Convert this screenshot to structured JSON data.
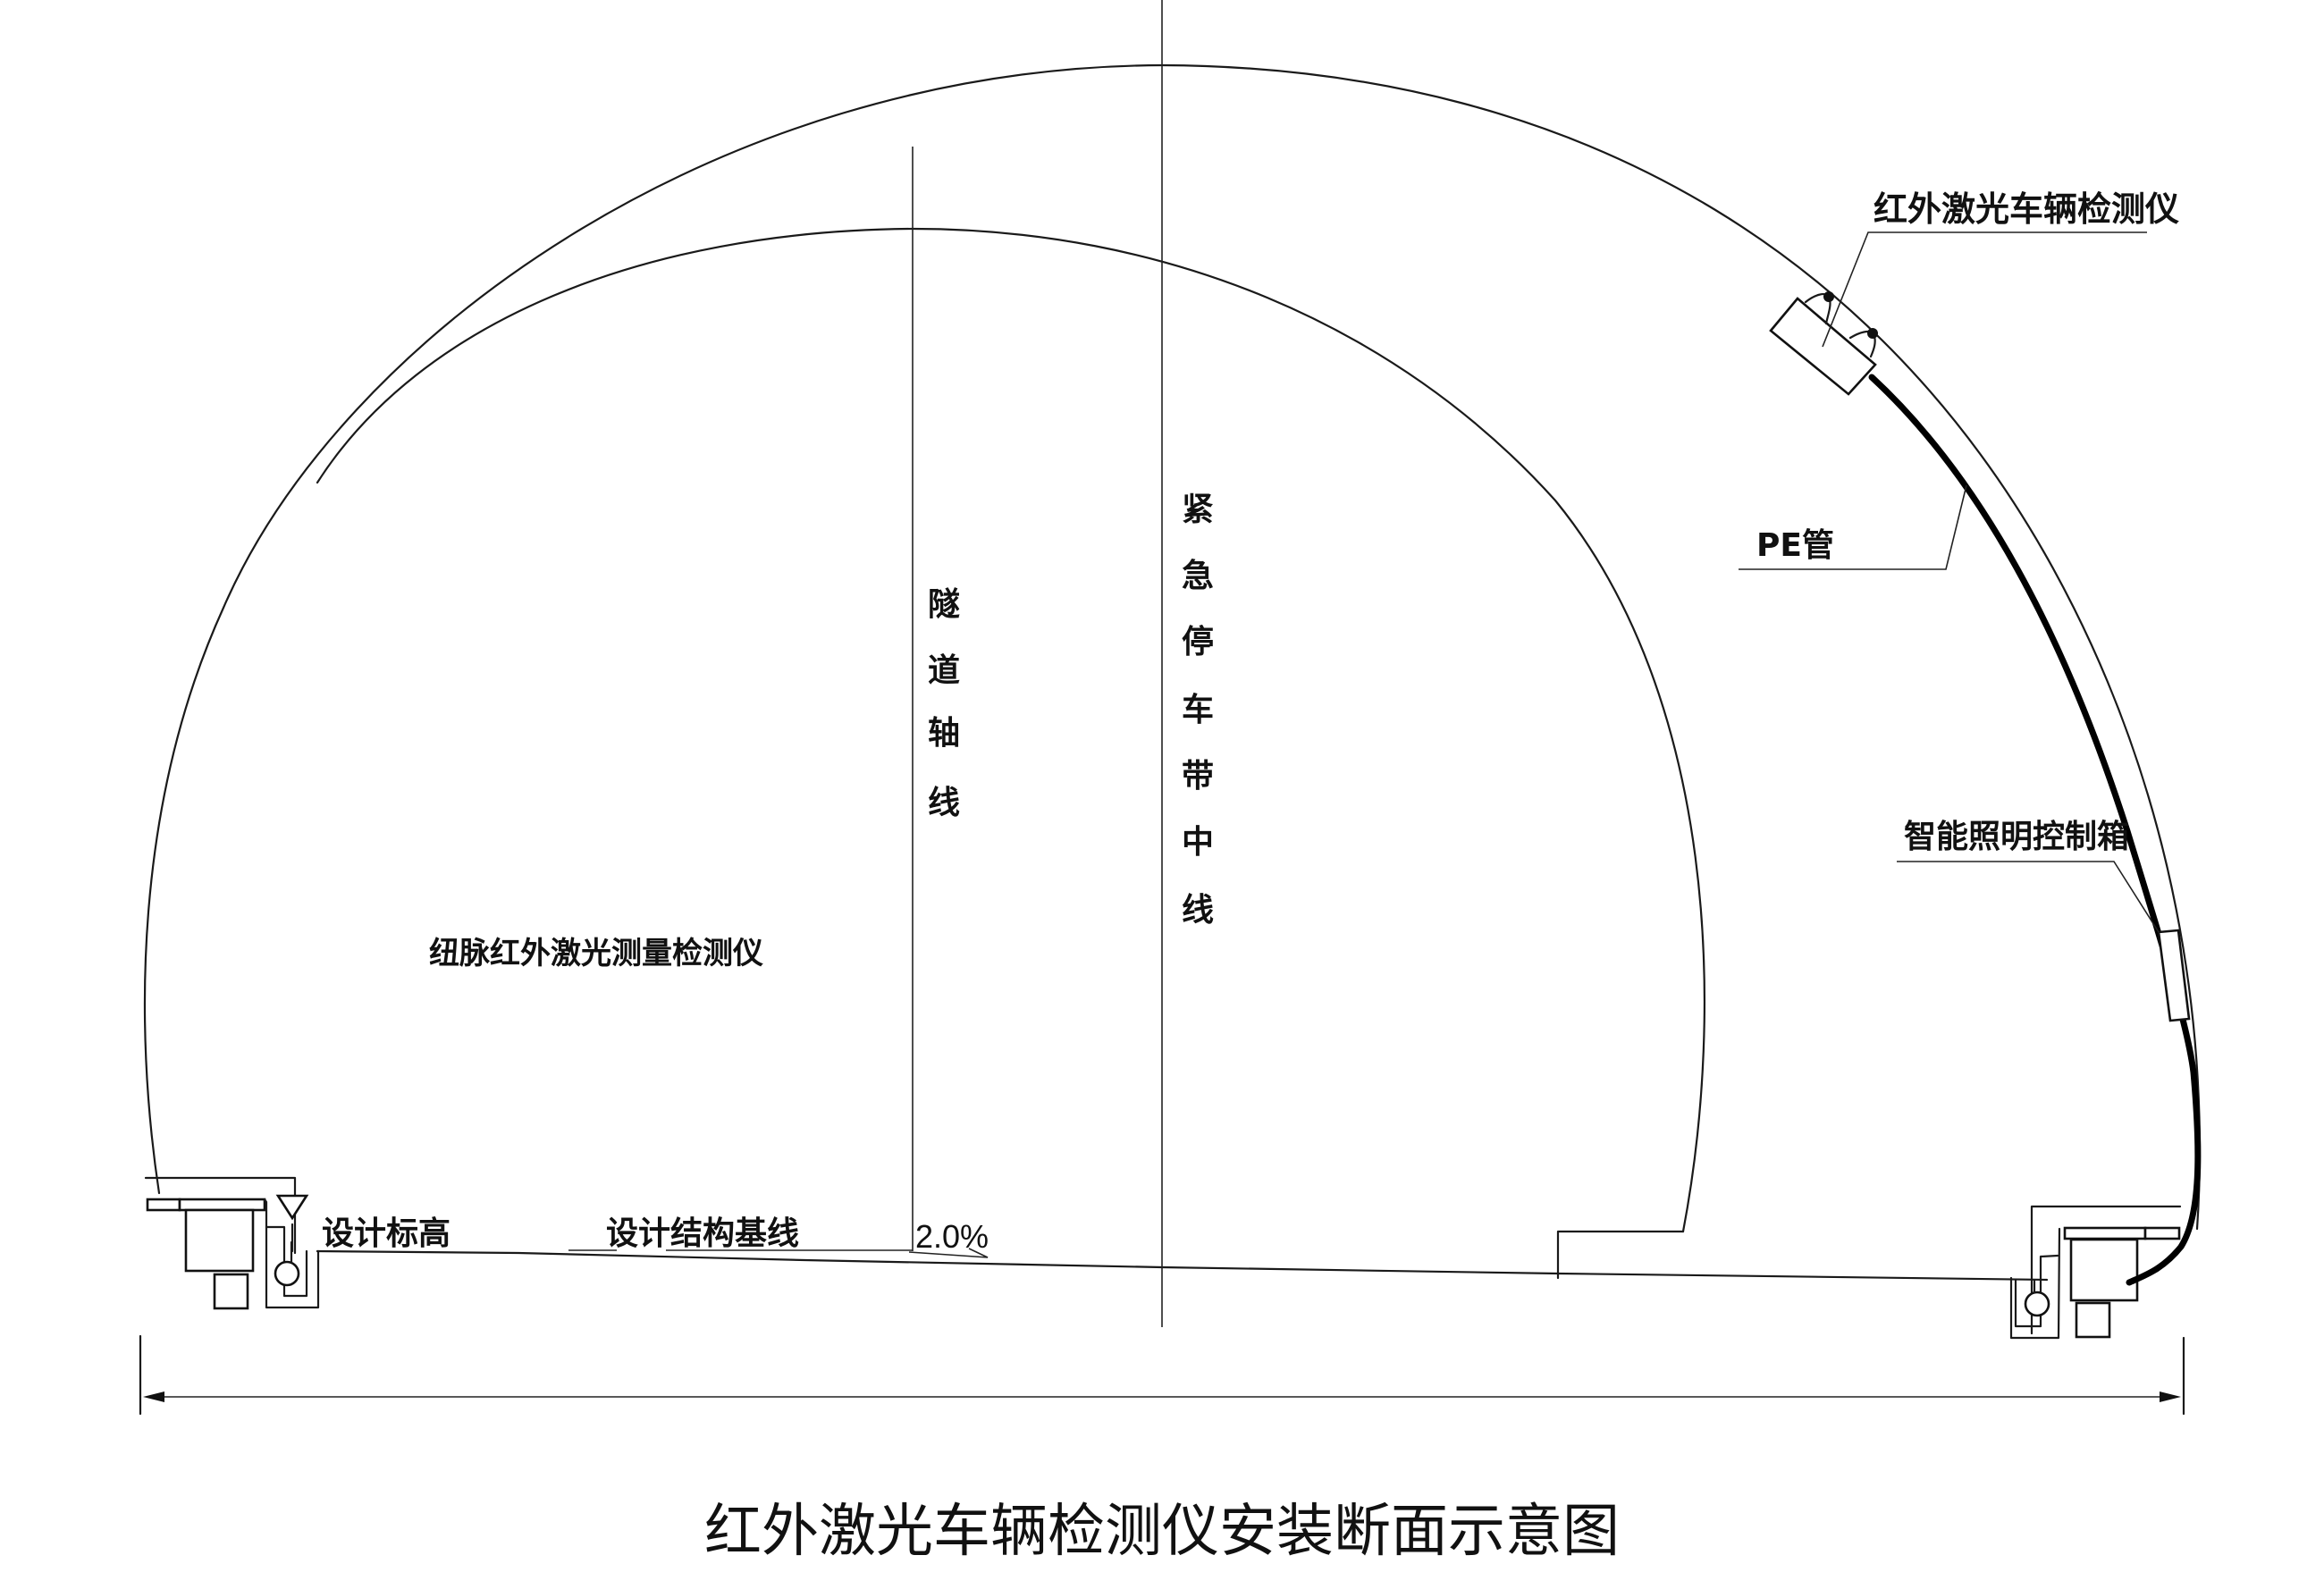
{
  "title": "红外激光车辆检测仪安装断面示意图",
  "labels": {
    "detector": "红外激光车辆检测仪",
    "pe_pipe": "PE管",
    "control_box": "智能照明控制箱",
    "measuring_device": "纽脉红外激光测量检测仪",
    "design_elevation": "设计标高",
    "design_baseline": "设计结构基线",
    "slope": "2.0%"
  },
  "vertical_labels": {
    "tunnel_axis": [
      "隧",
      "道",
      "轴",
      "线"
    ],
    "emergency_lane_center": [
      "紧",
      "急",
      "停",
      "车",
      "带",
      "中",
      "线"
    ]
  },
  "icons": {
    "detector": "sensor-box-icon",
    "elevation_marker": "triangle-elevation-icon",
    "drain": "drainage-pipe-icon",
    "dimension_arrow": "arrow-icon"
  },
  "colors": {
    "line": "#1a1a1a",
    "background": "#ffffff"
  }
}
